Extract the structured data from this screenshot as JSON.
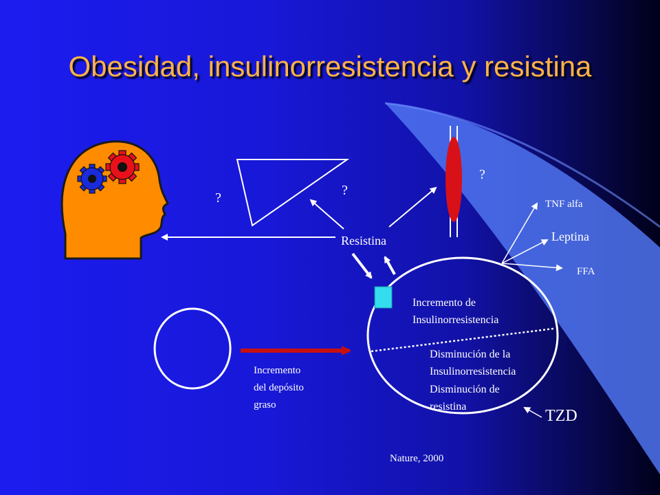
{
  "slide": {
    "title": "Obesidad, insulinorresistencia y resistina",
    "labels": {
      "q_left": "?",
      "q_mid": "?",
      "q_right": "?",
      "resistina": "Resistina",
      "tnf": "TNF alfa",
      "leptina": "Leptina",
      "ffa": "FFA",
      "incremento_1": "Incremento de",
      "incremento_2": "Insulinorresistencia",
      "disminucion_1": "Disminución de la",
      "disminucion_2": "Insulinorresistencia",
      "disminucion_3": "Disminución de",
      "disminucion_4": "resistina",
      "deposito_1": "Incremento",
      "deposito_2": "del depósito",
      "deposito_3": "graso",
      "tzd": "TZD",
      "citation": "Nature, 2000"
    },
    "colors": {
      "title": "#ffb347",
      "head": "#ff8c00",
      "gear_blue": "#1a2bdc",
      "gear_red": "#e8101a",
      "vessel": "#d81018",
      "cell_marker": "#33ddee",
      "depot_arrow": "#c81010"
    },
    "icons": [
      "head-icon",
      "blue-gear-icon",
      "red-gear-icon",
      "blood-vessel-icon"
    ]
  }
}
